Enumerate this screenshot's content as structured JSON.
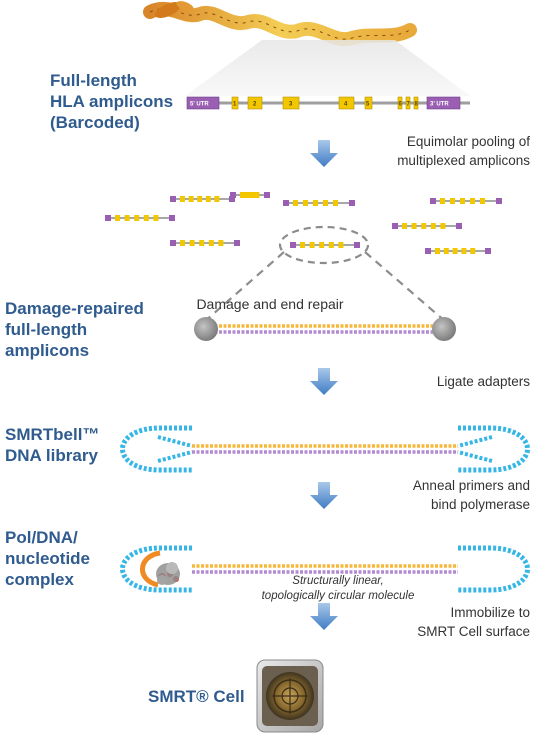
{
  "labels": {
    "amplicons": "Full-length\nHLA amplicons\n(Barcoded)",
    "repaired": "Damage-repaired\nfull-length\namplicons",
    "library": "SMRTbell™\nDNA library",
    "complex": "Pol/DNA/\nnucleotide\ncomplex",
    "cell": "SMRT® Cell"
  },
  "steps": {
    "pooling": "Equimolar pooling of\nmultiplexed amplicons",
    "ligate": "Ligate adapters",
    "anneal": "Anneal primers and\nbind polymerase",
    "immobilize": "Immobilize to\nSMRT Cell surface"
  },
  "annotations": {
    "repair": "Damage and end repair",
    "circular": "Structurally linear,\ntopologically circular molecule"
  },
  "gene_map": {
    "utr5": "5' UTR",
    "utr3": "3' UTR",
    "exons": [
      "1",
      "2",
      "3",
      "4",
      "5",
      "6",
      "7",
      "8"
    ]
  },
  "colors": {
    "label_blue": "#2f5b8f",
    "arrow_blue": "#3f7cc4",
    "exon_yellow": "#f2c700",
    "utr_purple": "#9a5fb3",
    "adapter_cyan": "#35b6e6",
    "insert_orange": "#f6b73c",
    "adapter_end_grey": "#9a9a9a"
  }
}
